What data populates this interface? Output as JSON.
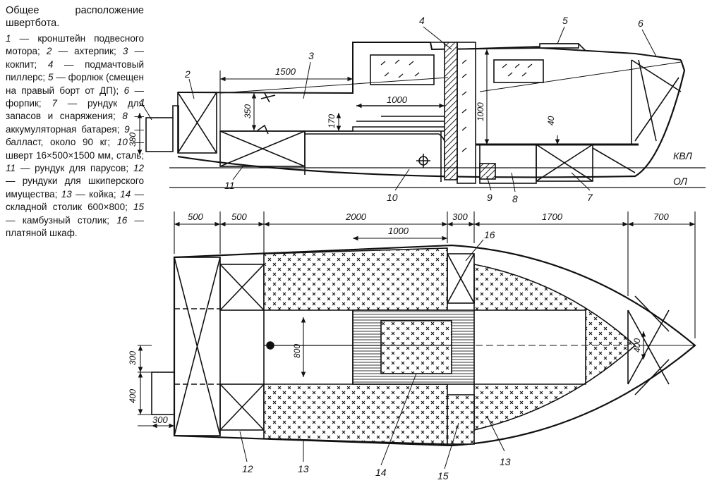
{
  "legend": {
    "title": "Общее расположение швертбота.",
    "items": [
      {
        "num": "1",
        "text": " — кронштейн подвесного мотора;"
      },
      {
        "num": "2",
        "text": " — ахтерпик;"
      },
      {
        "num": "3",
        "text": " — кокпит;"
      },
      {
        "num": "4",
        "text": " — подмачтовый пиллерс;"
      },
      {
        "num": "5",
        "text": " — форлюк (смещен на правый борт от ДП);"
      },
      {
        "num": "6",
        "text": " — форпик;"
      },
      {
        "num": "7",
        "text": " — рундук для запасов и снаряжения;"
      },
      {
        "num": "8",
        "text": " — аккумуляторная батарея;"
      },
      {
        "num": "9",
        "text": " — балласт, около 90 кг;"
      },
      {
        "num": "10",
        "text": " — шверт 16×500×1500 мм, сталь;"
      },
      {
        "num": "11",
        "text": " — рундук для парусов;"
      },
      {
        "num": "12",
        "text": " — рундуки для шкиперского имущества;"
      },
      {
        "num": "13",
        "text": " — койка;"
      },
      {
        "num": "14",
        "text": " — складной столик 600×800;"
      },
      {
        "num": "15",
        "text": " — камбузный столик;"
      },
      {
        "num": "16",
        "text": " — платяной шкаф."
      }
    ]
  },
  "side_view": {
    "labels": [
      "1",
      "2",
      "3",
      "4",
      "5",
      "6",
      "7",
      "8",
      "9",
      "10",
      "11"
    ],
    "dims": {
      "d1500": "1500",
      "d1000": "1000",
      "d350": "350",
      "d380": "380",
      "d170": "170",
      "d1000v": "1000",
      "d40": "40"
    },
    "waterline": "КВЛ",
    "baseline": "ОЛ"
  },
  "plan_view": {
    "labels": [
      "12",
      "13",
      "14",
      "15",
      "13",
      "16"
    ],
    "dims": {
      "d500a": "500",
      "d500b": "500",
      "d2000": "2000",
      "d300a": "300",
      "d1700": "1700",
      "d700": "700",
      "d1000": "1000",
      "d800": "800",
      "d300b": "300",
      "d400a": "400",
      "d300c": "300",
      "d400b": "400"
    }
  }
}
